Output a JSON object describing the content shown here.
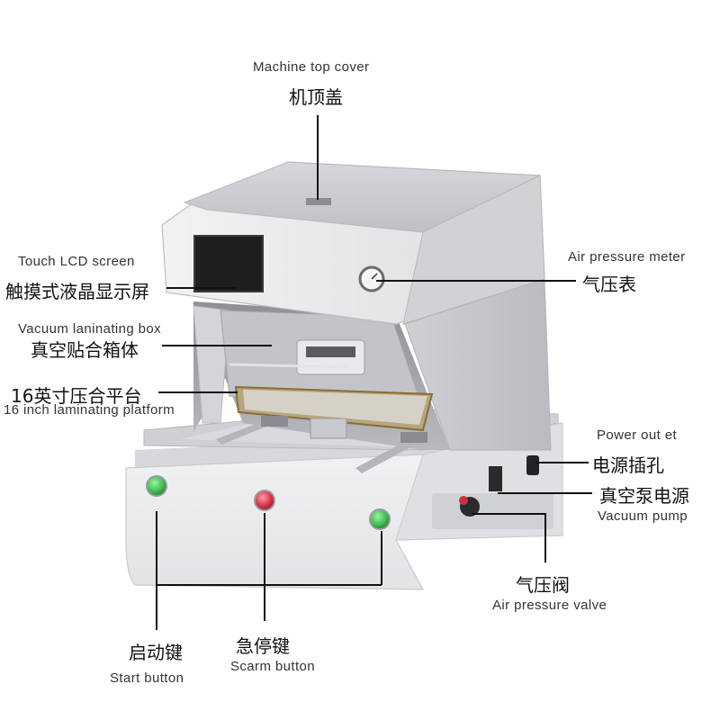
{
  "labels": {
    "top_cover": {
      "en": "Machine top cover",
      "zh": "机顶盖"
    },
    "touch_screen": {
      "en": "Touch LCD screen",
      "zh": "触摸式液晶显示屏"
    },
    "vacuum_box": {
      "en": "Vacuum laninating box",
      "zh": "真空贴合箱体"
    },
    "platform": {
      "en": "16 inch laminating platform",
      "zh": "16英寸压合平台"
    },
    "pressure_meter": {
      "en": "Air pressure meter",
      "zh": "气压表"
    },
    "power_outlet": {
      "en": "Power out et",
      "zh": "电源插孔"
    },
    "vacuum_pump": {
      "en": "Vacuum pump",
      "zh": "真空泵电源"
    },
    "pressure_valve": {
      "en": "Air pressure valve",
      "zh": "气压阀"
    },
    "start_button": {
      "en": "Start button",
      "zh": "启动键"
    },
    "scarm_button": {
      "en": "Scarm button",
      "zh": "急停键"
    }
  },
  "colors": {
    "body": "#e9e9ec",
    "body_shade": "#cfd0d4",
    "screen": "#1e1e20",
    "button_green": "#3fbf4f",
    "button_red": "#d8364a",
    "leader": "#111111"
  }
}
